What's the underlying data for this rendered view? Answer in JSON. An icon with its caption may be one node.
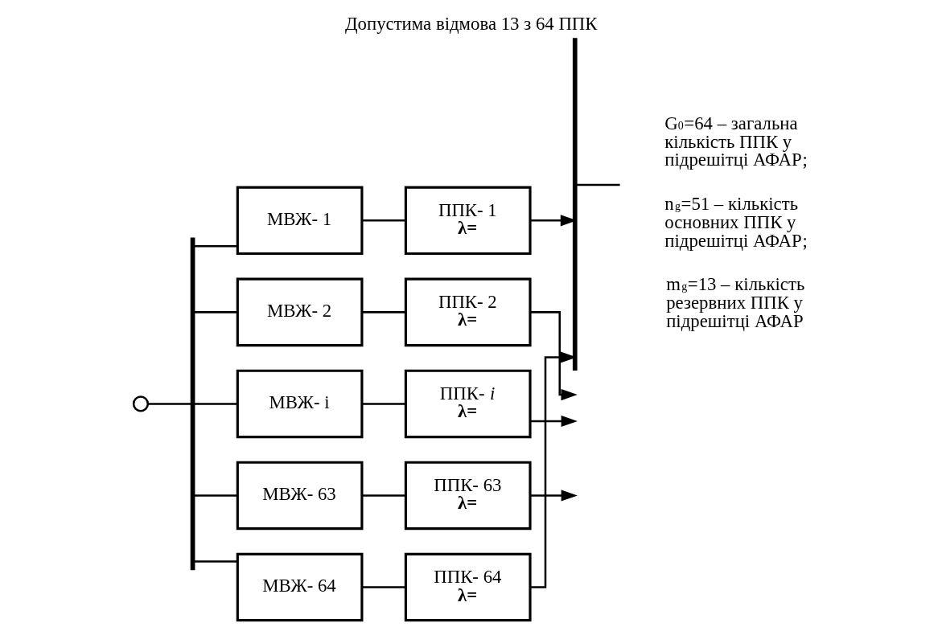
{
  "diagram": {
    "title": "Допустима відмова 13 з 64 ППК",
    "nodes": [
      {
        "text": [],
        "shape": "circle"
      },
      {
        "text": [],
        "shape": "bar"
      },
      {
        "text": [
          "МВЖ- 1"
        ]
      },
      {
        "text": [
          "МВЖ- 2"
        ]
      },
      {
        "text": [
          "МВЖ- i"
        ]
      },
      {
        "text": [
          "МВЖ- 63"
        ]
      },
      {
        "text": [
          "МВЖ- 64"
        ]
      },
      {
        "text": [
          "ППК- 1",
          "λ="
        ]
      },
      {
        "text": [
          "ППК- 2",
          "λ="
        ]
      },
      {
        "text": [
          "ППК- *i*",
          "λ="
        ]
      },
      {
        "text": [
          "ППК- 63",
          "λ="
        ]
      },
      {
        "text": [
          "ППК- 64",
          "λ="
        ]
      },
      {
        "text": [],
        "shape": "bar"
      }
    ],
    "edges": [
      {
        "from": 0,
        "to": 1,
        "arrow": "none"
      },
      {
        "from": 1,
        "to": 2,
        "arrow": "none"
      },
      {
        "from": 1,
        "to": 3,
        "arrow": "none"
      },
      {
        "from": 1,
        "to": 4,
        "arrow": "none"
      },
      {
        "from": 1,
        "to": 5,
        "arrow": "none"
      },
      {
        "from": 1,
        "to": 6,
        "arrow": "none"
      },
      {
        "from": 2,
        "to": 7,
        "arrow": "none"
      },
      {
        "from": 3,
        "to": 8,
        "arrow": "none"
      },
      {
        "from": 4,
        "to": 9,
        "arrow": "none"
      },
      {
        "from": 5,
        "to": 10,
        "arrow": "none"
      },
      {
        "from": 6,
        "to": 11,
        "arrow": "none"
      },
      {
        "from": 7,
        "to": 12,
        "arrow": "to"
      },
      {
        "from": 8,
        "to": null,
        "arrow": "to"
      },
      {
        "from": 9,
        "to": null,
        "arrow": "to"
      },
      {
        "from": 10,
        "to": null,
        "arrow": "to"
      },
      {
        "from": 11,
        "to": 12,
        "arrow": "to"
      },
      {
        "from": 12,
        "to": null,
        "arrow": "none"
      }
    ],
    "labels": [
      "G$_{0}$=64 – загальна кількість ППК у підрешітці АФАР;",
      "n$_{g}$=51 – кількість основних ППК у підрешітці АФАР;",
      "m$_{g}$=13 – кількість резервних ППК у підрешітці АФАР"
    ]
  }
}
